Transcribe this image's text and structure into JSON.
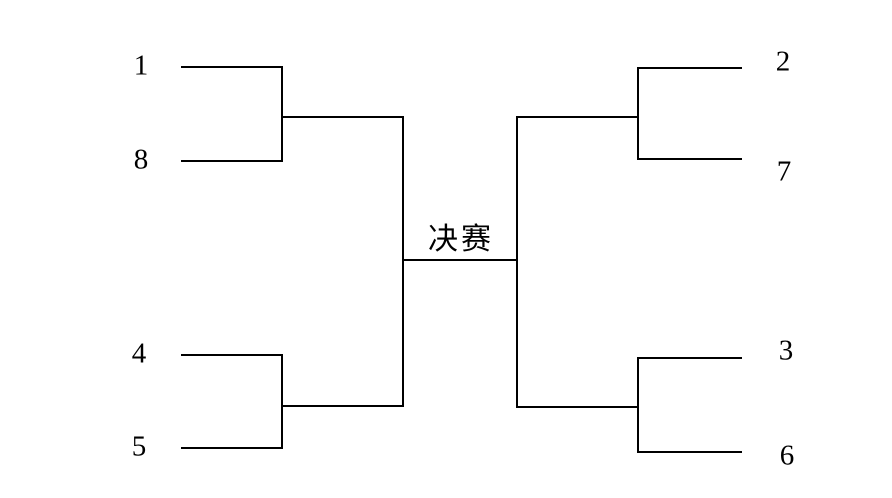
{
  "diagram": {
    "type": "single-elimination-tournament-bracket",
    "final_label": "决赛",
    "left": {
      "match_top": {
        "top_seed": "1",
        "bottom_seed": "8"
      },
      "match_bottom": {
        "top_seed": "4",
        "bottom_seed": "5"
      }
    },
    "right": {
      "match_top": {
        "top_seed": "2",
        "bottom_seed": "7"
      },
      "match_bottom": {
        "top_seed": "3",
        "bottom_seed": "6"
      }
    },
    "colors": {
      "line": "#000000",
      "text": "#000000",
      "background": "#ffffff"
    }
  }
}
